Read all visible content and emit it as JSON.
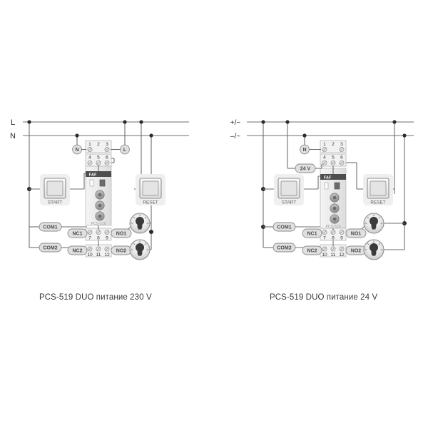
{
  "page": {
    "background": "#ffffff",
    "wire_color": "#6f6f6f",
    "node_color": "#2b2b2b",
    "label_fill": "#e3e3e3",
    "label_stroke": "#8a8a8a",
    "label_text_color": "#4a4a4a",
    "device_body": "#ededed",
    "device_stroke": "#b9b9b9",
    "caption_color": "#3a3a3a"
  },
  "diagrams": [
    {
      "id": "left",
      "caption": "PCS-519 DUO питание 230 V",
      "supply": {
        "type": "230V",
        "rails": [
          {
            "name": "line-rail",
            "label": "L"
          },
          {
            "name": "neutral-rail",
            "label": "N"
          }
        ],
        "badges": [
          {
            "name": "neutral-badge",
            "label": "N",
            "shape": "circle"
          },
          {
            "name": "line-badge",
            "label": "L",
            "shape": "circle"
          }
        ]
      },
      "device": {
        "model": "PCS-519",
        "brand": "F&F",
        "knobs": 3,
        "leds": 2,
        "terminals_top": [
          {
            "number": "1",
            "screw": true
          },
          {
            "number": "2",
            "screw": false
          },
          {
            "number": "3",
            "screw": true
          }
        ],
        "terminals_upper_mid": [
          {
            "number": "4",
            "screw": true
          },
          {
            "number": "5",
            "screw": true
          },
          {
            "number": "6",
            "screw": true
          }
        ],
        "terminals_lower_mid": [
          {
            "number": "7",
            "screw": true
          },
          {
            "number": "8",
            "screw": true
          },
          {
            "number": "9",
            "screw": true
          }
        ],
        "terminals_bottom": [
          {
            "number": "10",
            "screw": true
          },
          {
            "number": "11",
            "screw": true
          },
          {
            "number": "12",
            "screw": true
          }
        ]
      },
      "switches": [
        {
          "name": "start-switch",
          "label": "START"
        },
        {
          "name": "reset-switch",
          "label": "RESET"
        }
      ],
      "contact_labels": [
        {
          "name": "com1-label",
          "label": "COM1"
        },
        {
          "name": "com2-label",
          "label": "COM2"
        },
        {
          "name": "nc1-label",
          "label": "NC1"
        },
        {
          "name": "nc2-label",
          "label": "NC2"
        },
        {
          "name": "no1-label",
          "label": "NO1"
        },
        {
          "name": "no2-label",
          "label": "NO2"
        }
      ],
      "lamps": [
        {
          "name": "lamp-1"
        },
        {
          "name": "lamp-2"
        }
      ]
    },
    {
      "id": "right",
      "caption": "PCS-519 DUO питание 24 V",
      "supply": {
        "type": "24V",
        "rails": [
          {
            "name": "plus-rail",
            "label": "+/~"
          },
          {
            "name": "minus-rail",
            "label": "–/~"
          }
        ],
        "badges": [
          {
            "name": "neutral-badge",
            "label": "N",
            "shape": "circle"
          },
          {
            "name": "voltage-badge",
            "label": "24 V",
            "shape": "pill"
          }
        ]
      },
      "device": {
        "model": "PCS-519",
        "brand": "F&F",
        "knobs": 3,
        "leds": 2,
        "terminals_top": [
          {
            "number": "1",
            "screw": true
          },
          {
            "number": "2",
            "screw": false
          },
          {
            "number": "3",
            "screw": true
          }
        ],
        "terminals_upper_mid": [
          {
            "number": "4",
            "screw": true
          },
          {
            "number": "5",
            "screw": true
          },
          {
            "number": "6",
            "screw": true
          }
        ],
        "terminals_lower_mid": [
          {
            "number": "7",
            "screw": true
          },
          {
            "number": "8",
            "screw": true
          },
          {
            "number": "9",
            "screw": true
          }
        ],
        "terminals_bottom": [
          {
            "number": "10",
            "screw": true
          },
          {
            "number": "11",
            "screw": true
          },
          {
            "number": "12",
            "screw": true
          }
        ]
      },
      "switches": [
        {
          "name": "start-switch",
          "label": "START"
        },
        {
          "name": "reset-switch",
          "label": "RESET"
        }
      ],
      "contact_labels": [
        {
          "name": "com1-label",
          "label": "COM1"
        },
        {
          "name": "com2-label",
          "label": "COM2"
        },
        {
          "name": "nc1-label",
          "label": "NC1"
        },
        {
          "name": "nc2-label",
          "label": "NC2"
        },
        {
          "name": "no1-label",
          "label": "NO1"
        },
        {
          "name": "no2-label",
          "label": "NO2"
        }
      ],
      "lamps": [
        {
          "name": "lamp-1"
        },
        {
          "name": "lamp-2"
        }
      ]
    }
  ]
}
